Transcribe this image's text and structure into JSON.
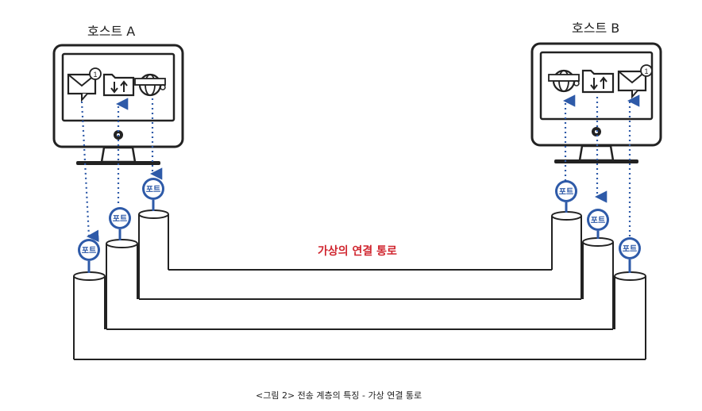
{
  "host_a": {
    "label": "호스트 A"
  },
  "host_b": {
    "label": "호스트 B"
  },
  "port_label": "포트",
  "notification_count": "1",
  "center_label": "가상의 연결 통로",
  "caption": "<그림 2> 전송 계층의 특징 - 가상 연결 통로",
  "colors": {
    "accent": "#2e5aa8",
    "label": "#d0262f",
    "line": "#222222"
  },
  "apps": [
    "mail-icon",
    "file-transfer-icon",
    "web-browser-icon"
  ]
}
